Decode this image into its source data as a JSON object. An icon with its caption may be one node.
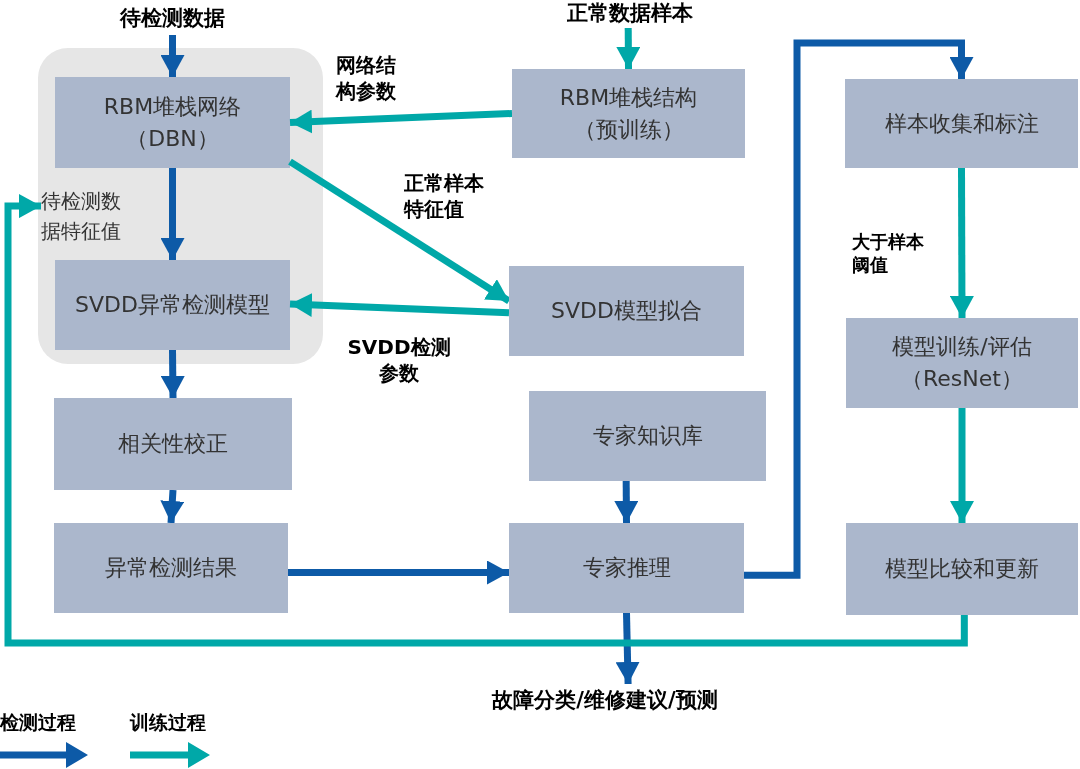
{
  "diagram": {
    "nodes": [
      {
        "text": [
          "待检测数据"
        ]
      },
      {
        "text": [
          "正常数据样本"
        ]
      },
      {
        "text": [],
        "shape": "box"
      },
      {
        "text": [
          "RBM堆栈网络（DBN）"
        ],
        "in": 2
      },
      {
        "text": [
          "RBM堆栈结构（预训练）"
        ]
      },
      {
        "text": [
          "样本收集和标注"
        ]
      },
      {
        "text": [
          "待检测数据特征值"
        ],
        "in": 2
      },
      {
        "text": [
          "SVDD异常检测模型"
        ],
        "in": 2
      },
      {
        "text": [
          "SVDD模型拟合"
        ]
      },
      {
        "text": [
          "模型训练/评估（ResNet）"
        ]
      },
      {
        "text": [
          "相关性校正"
        ]
      },
      {
        "text": [
          "专家知识库"
        ]
      },
      {
        "text": [
          "异常检测结果"
        ]
      },
      {
        "text": [
          "专家推理"
        ]
      },
      {
        "text": [
          "模型比较和更新"
        ]
      },
      {
        "text": [
          "故障分类/维修建议/预测"
        ]
      }
    ],
    "edges": [
      {
        "from": 0,
        "to": 3,
        "arrow": "to"
      },
      {
        "from": 1,
        "to": 4,
        "arrow": "to",
        "color": "#00a8a8"
      },
      {
        "from": 4,
        "to": 3,
        "arrow": "to",
        "label": "网络结构参数",
        "color": "#00a8a8"
      },
      {
        "from": 3,
        "to": 7,
        "arrow": "to"
      },
      {
        "from": 3,
        "to": 8,
        "arrow": "to",
        "label": "正常样本特征值",
        "color": "#00a8a8"
      },
      {
        "from": 8,
        "to": 7,
        "arrow": "to",
        "label": "SVDD检测参数",
        "color": "#00a8a8"
      },
      {
        "from": 7,
        "to": 10,
        "arrow": "to"
      },
      {
        "from": 10,
        "to": 12,
        "arrow": "to"
      },
      {
        "from": 11,
        "to": 13,
        "arrow": "to"
      },
      {
        "from": 12,
        "to": 13,
        "arrow": "to"
      },
      {
        "from": 13,
        "to": 5,
        "arrow": "to"
      },
      {
        "from": 13,
        "to": 15,
        "arrow": "to"
      },
      {
        "from": 5,
        "to": 9,
        "arrow": "to",
        "label": "大于样本阈值",
        "color": "#00a8a8"
      },
      {
        "from": 9,
        "to": 14,
        "arrow": "to",
        "color": "#00a8a8"
      },
      {
        "from": 14,
        "to": 6,
        "arrow": "to",
        "color": "#00a8a8"
      }
    ],
    "legend": [
      {
        "text": "检测过程"
      },
      {
        "text": "训练过程"
      }
    ]
  }
}
